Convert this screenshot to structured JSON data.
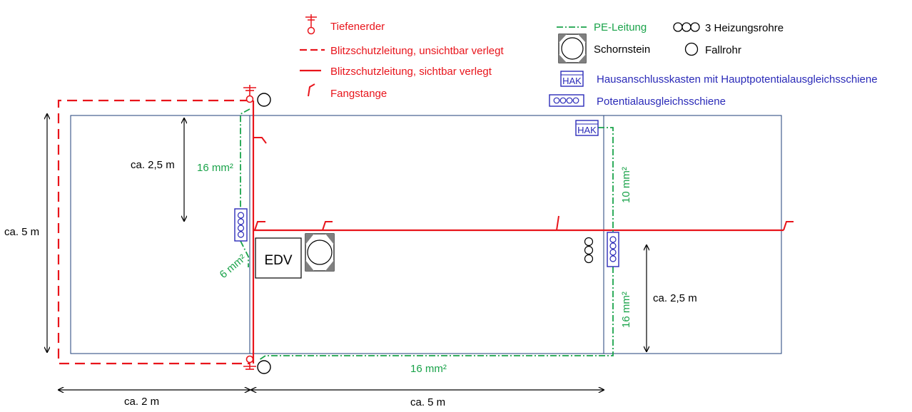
{
  "legend": {
    "tiefenerder": "Tiefenerder",
    "unsichtbar": "Blitzschutzleitung, unsichtbar verlegt",
    "sichtbar": "Blitzschutzleitung, sichtbar verlegt",
    "fangstange": "Fangstange",
    "pe_leitung": "PE-Leitung",
    "heizungsrohre": "3 Heizungsrohre",
    "schornstein": "Schornstein",
    "fallrohr": "Fallrohr",
    "hak": "Hausanschlusskasten mit Hauptpotentialausgleichsschiene",
    "pas": "Potentialausgleichsschiene"
  },
  "labels": {
    "hak_box": "HAK",
    "edv": "EDV",
    "pe_16_left": "16 mm²",
    "pe_6": "6 mm²",
    "pe_10": "10 mm²",
    "pe_16_right": "16 mm²",
    "pe_16_bottom": "16 mm²"
  },
  "dimensions": {
    "height_total": "ca. 5 m",
    "height_top": "ca. 2,5 m",
    "height_right": "ca. 2,5 m",
    "width_left": "ca. 2 m",
    "width_right": "ca. 5 m"
  },
  "colors": {
    "red": "#e8141b",
    "green": "#1aa34a",
    "blue": "#2a2ab8",
    "outline": "#1f3f7a"
  }
}
